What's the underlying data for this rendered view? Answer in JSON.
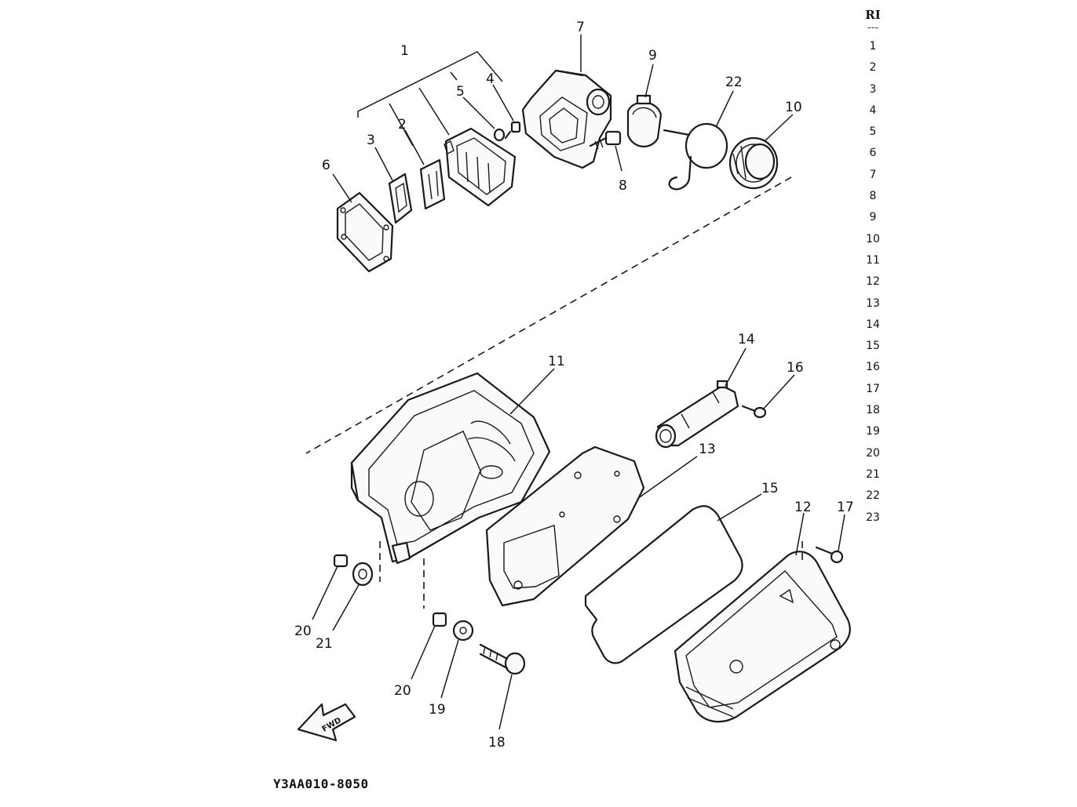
{
  "diagram": {
    "drawing_code": "Y3AA010-8050",
    "fwd_label": "FWD",
    "callouts": [
      {
        "id": "c1",
        "label": "1"
      },
      {
        "id": "c2",
        "label": "2"
      },
      {
        "id": "c3",
        "label": "3"
      },
      {
        "id": "c4",
        "label": "4"
      },
      {
        "id": "c5",
        "label": "5"
      },
      {
        "id": "c6",
        "label": "6"
      },
      {
        "id": "c7",
        "label": "7"
      },
      {
        "id": "c8",
        "label": "8"
      },
      {
        "id": "c9",
        "label": "9"
      },
      {
        "id": "c10",
        "label": "10"
      },
      {
        "id": "c11",
        "label": "11"
      },
      {
        "id": "c12",
        "label": "12"
      },
      {
        "id": "c13",
        "label": "13"
      },
      {
        "id": "c14",
        "label": "14"
      },
      {
        "id": "c15",
        "label": "15"
      },
      {
        "id": "c16",
        "label": "16"
      },
      {
        "id": "c17",
        "label": "17"
      },
      {
        "id": "c18",
        "label": "18"
      },
      {
        "id": "c19",
        "label": "19"
      },
      {
        "id": "c20a",
        "label": "20"
      },
      {
        "id": "c20b",
        "label": "20"
      },
      {
        "id": "c21",
        "label": "21"
      },
      {
        "id": "c22",
        "label": "22"
      }
    ]
  },
  "ref_list": {
    "header": "RI",
    "separator": "---",
    "items": [
      "1",
      "2",
      "3",
      "4",
      "5",
      "6",
      "7",
      "8",
      "9",
      "10",
      "11",
      "12",
      "13",
      "14",
      "15",
      "16",
      "17",
      "18",
      "19",
      "20",
      "21",
      "22",
      "23"
    ]
  }
}
